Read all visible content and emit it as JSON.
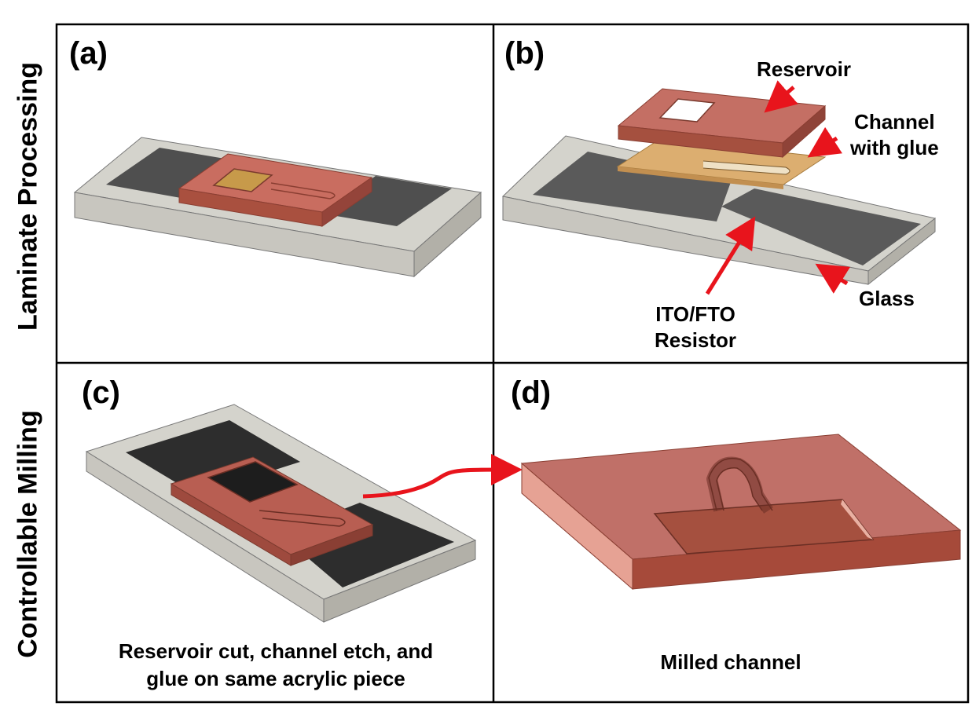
{
  "rows": {
    "top_label": "Laminate Processing",
    "bottom_label": "Controllable Milling"
  },
  "panels": {
    "a": {
      "letter": "(a)"
    },
    "b": {
      "letter": "(b)",
      "labels": {
        "reservoir": "Reservoir",
        "channel_line1": "Channel",
        "channel_line2": "with glue",
        "resistor_line1": "ITO/FTO",
        "resistor_line2": "Resistor",
        "glass": "Glass"
      }
    },
    "c": {
      "letter": "(c)",
      "caption_line1": "Reservoir cut, channel etch, and",
      "caption_line2": "glue on same acrylic piece"
    },
    "d": {
      "letter": "(d)",
      "caption": "Milled channel"
    }
  },
  "colors": {
    "glass_top": "#d4d3cc",
    "glass_side": "#bcbab2",
    "electrode": "#4a4a4a",
    "acrylic": "#c4685c",
    "acrylic_dark": "#9c4a3c",
    "glue": "#d8aa6c",
    "arrow": "#e8141c"
  }
}
